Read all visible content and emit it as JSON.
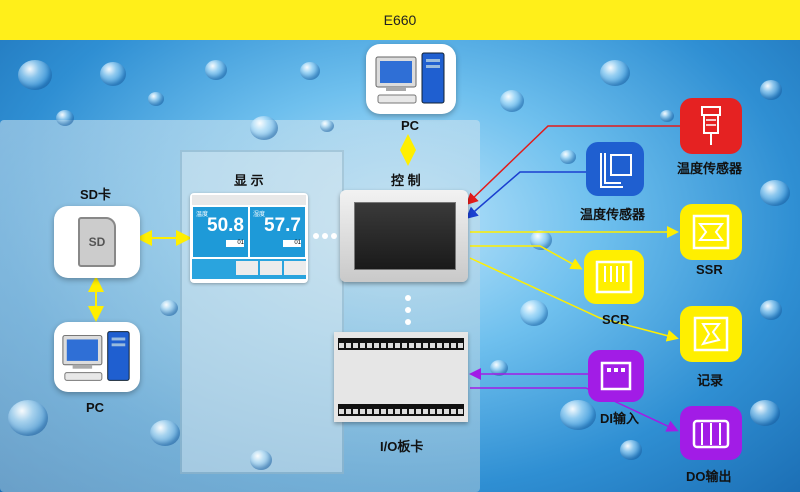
{
  "title": "E660",
  "nodes": {
    "pc_top": "PC",
    "control": "控 制",
    "display": "显 示",
    "sd_card": "SD卡",
    "sd_card_face": "SD",
    "pc_left": "PC",
    "io_board": "I/O板卡",
    "temp_sensor_red": "温度传感器",
    "temp_sensor_blue": "温度传感器",
    "ssr": "SSR",
    "scr": "SCR",
    "recorder": "记录",
    "di_input": "DI输入",
    "do_output": "DO输出"
  },
  "hmi_screen": {
    "left_label": "温度",
    "right_label": "湿度",
    "left_value": "50.8",
    "right_value": "57.7",
    "left_setting": "01",
    "right_setting": "01"
  },
  "colors": {
    "topbar": "#ffef1a",
    "yellow_card": "#ffef00",
    "blue_card": "#1f5fd0",
    "red_card": "#e52222",
    "purple_card": "#a21ce6",
    "line_red": "#e31b1b",
    "line_blue": "#1a3fd0",
    "line_yellow": "#ffef00",
    "line_purple": "#a21ce6"
  },
  "icons": [
    "pc-icon",
    "sd-card-icon",
    "temperature-sensor-icon",
    "ssr-icon",
    "scr-icon",
    "recorder-icon",
    "di-input-icon",
    "do-output-icon"
  ]
}
